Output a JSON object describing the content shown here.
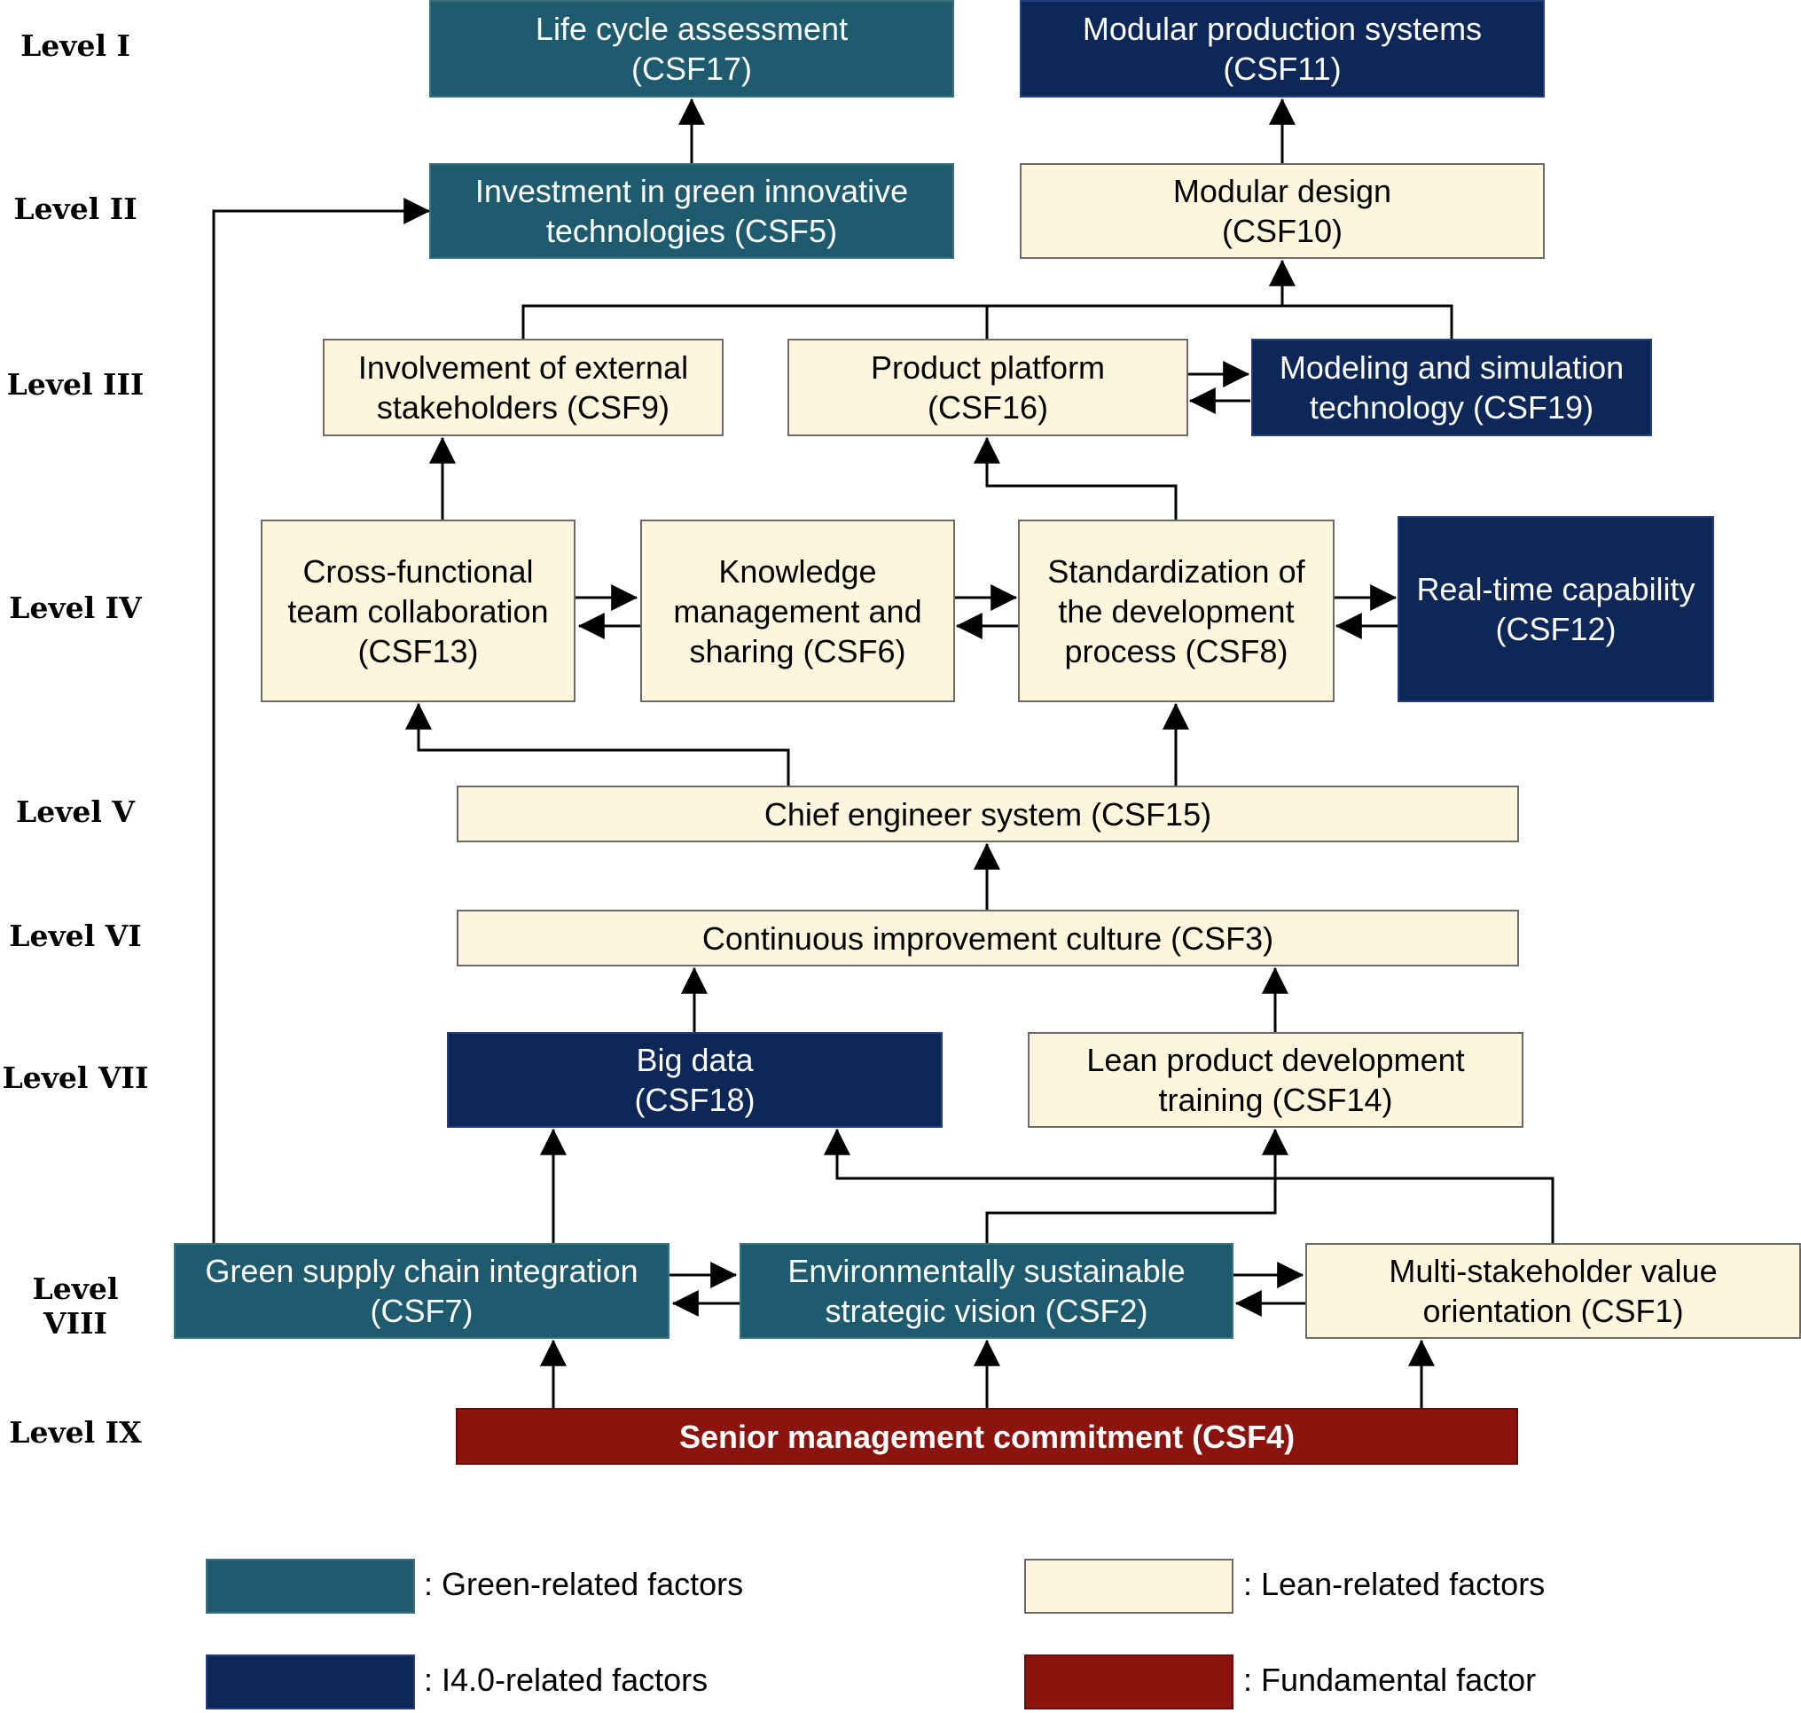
{
  "levels": [
    "Level I",
    "Level II",
    "Level III",
    "Level IV",
    "Level V",
    "Level VI",
    "Level VII",
    "Level VIII",
    "Level IX"
  ],
  "colors": {
    "green": "#1f5b6e",
    "i40": "#0d2858",
    "lean": "#fdf6dc",
    "fundamental": "#8c140f"
  },
  "nodes": {
    "csf17": {
      "label": "Life cycle assessment\n(CSF17)",
      "category": "green"
    },
    "csf11": {
      "label": "Modular production systems\n(CSF11)",
      "category": "i40"
    },
    "csf5": {
      "label": "Investment in green innovative\ntechnologies (CSF5)",
      "category": "green"
    },
    "csf10": {
      "label": "Modular design\n(CSF10)",
      "category": "lean"
    },
    "csf9": {
      "label": "Involvement of external\nstakeholders (CSF9)",
      "category": "lean"
    },
    "csf16": {
      "label": "Product platform\n(CSF16)",
      "category": "lean"
    },
    "csf19": {
      "label": "Modeling and simulation\ntechnology (CSF19)",
      "category": "i40"
    },
    "csf13": {
      "label": "Cross-functional\nteam collaboration\n(CSF13)",
      "category": "lean"
    },
    "csf6": {
      "label": "Knowledge\nmanagement and\nsharing (CSF6)",
      "category": "lean"
    },
    "csf8": {
      "label": "Standardization of\nthe development\nprocess (CSF8)",
      "category": "lean"
    },
    "csf12": {
      "label": "Real-time capability\n(CSF12)",
      "category": "i40"
    },
    "csf15": {
      "label": "Chief engineer system (CSF15)",
      "category": "lean"
    },
    "csf3": {
      "label": "Continuous improvement culture (CSF3)",
      "category": "lean"
    },
    "csf18": {
      "label": "Big data\n(CSF18)",
      "category": "i40"
    },
    "csf14": {
      "label": "Lean product development\ntraining (CSF14)",
      "category": "lean"
    },
    "csf7": {
      "label": "Green supply chain integration\n(CSF7)",
      "category": "green"
    },
    "csf2": {
      "label": "Environmentally sustainable\nstrategic vision (CSF2)",
      "category": "green"
    },
    "csf1": {
      "label": "Multi-stakeholder value\norientation (CSF1)",
      "category": "lean"
    },
    "csf4": {
      "label": "Senior management commitment (CSF4)",
      "category": "fundamental"
    }
  },
  "edges": [
    {
      "from": "csf5",
      "to": "csf17"
    },
    {
      "from": "csf10",
      "to": "csf11"
    },
    {
      "from": "csf9",
      "to": "csf10"
    },
    {
      "from": "csf16",
      "to": "csf10"
    },
    {
      "from": "csf19",
      "to": "csf10"
    },
    {
      "from": "csf16",
      "to": "csf19",
      "bidirectional": true
    },
    {
      "from": "csf13",
      "to": "csf9"
    },
    {
      "from": "csf8",
      "to": "csf16"
    },
    {
      "from": "csf13",
      "to": "csf6",
      "bidirectional": true
    },
    {
      "from": "csf6",
      "to": "csf8",
      "bidirectional": true
    },
    {
      "from": "csf8",
      "to": "csf12",
      "bidirectional": true
    },
    {
      "from": "csf15",
      "to": "csf13"
    },
    {
      "from": "csf15",
      "to": "csf8"
    },
    {
      "from": "csf3",
      "to": "csf15"
    },
    {
      "from": "csf18",
      "to": "csf3"
    },
    {
      "from": "csf14",
      "to": "csf3"
    },
    {
      "from": "csf7",
      "to": "csf18"
    },
    {
      "from": "csf1",
      "to": "csf18"
    },
    {
      "from": "csf2",
      "to": "csf14"
    },
    {
      "from": "csf7",
      "to": "csf5"
    },
    {
      "from": "csf7",
      "to": "csf2",
      "bidirectional": true
    },
    {
      "from": "csf2",
      "to": "csf1",
      "bidirectional": true
    },
    {
      "from": "csf4",
      "to": "csf7"
    },
    {
      "from": "csf4",
      "to": "csf2"
    },
    {
      "from": "csf4",
      "to": "csf1"
    }
  ],
  "legend": [
    {
      "label": ": Green-related factors",
      "category": "green"
    },
    {
      "label": ": Lean-related factors",
      "category": "lean"
    },
    {
      "label": ": I4.0-related factors",
      "category": "i40"
    },
    {
      "label": ": Fundamental factor",
      "category": "fundamental"
    }
  ]
}
